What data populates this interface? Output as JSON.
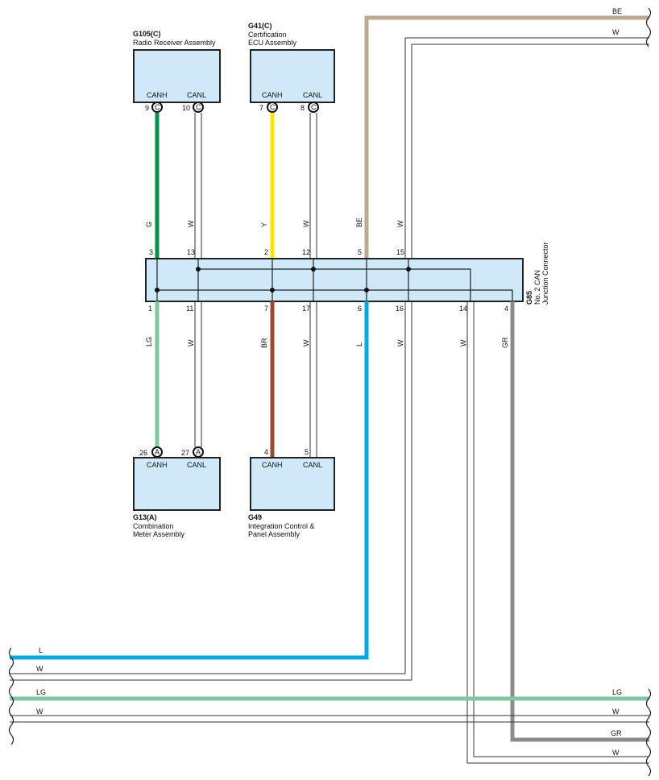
{
  "components": {
    "g105": {
      "id": "G105(C)",
      "name": "Radio Receiver Assembly",
      "pin_left": "CANH",
      "pin_right": "CANL",
      "pin_left_no": "9",
      "pin_right_no": "10",
      "conn": "C"
    },
    "g41": {
      "id": "G41(C)",
      "name_line1": "Certification",
      "name_line2": "ECU Assembly",
      "pin_left": "CANH",
      "pin_right": "CANL",
      "pin_left_no": "7",
      "pin_right_no": "8",
      "conn": "C"
    },
    "g13": {
      "id": "G13(A)",
      "name_line1": "Combination",
      "name_line2": "Meter Assembly",
      "pin_left": "CANH",
      "pin_right": "CANL",
      "pin_left_no": "26",
      "pin_right_no": "27",
      "conn": "A"
    },
    "g49": {
      "id": "G49",
      "name_line1": "Integration Control &",
      "name_line2": "Panel Assembly",
      "pin_left": "CANH",
      "pin_right": "CANL",
      "pin_left_no": "4",
      "pin_right_no": "5"
    },
    "g85": {
      "id": "G85",
      "name_line1": "No. 2 CAN",
      "name_line2": "Junction Connector"
    }
  },
  "junction_pins_top": [
    "3",
    "13",
    "2",
    "12",
    "5",
    "15"
  ],
  "junction_pins_bottom": [
    "1",
    "11",
    "7",
    "17",
    "6",
    "16",
    "14",
    "4"
  ],
  "wire_codes_upper": [
    "G",
    "W",
    "Y",
    "W",
    "BE",
    "W"
  ],
  "wire_codes_lower": [
    "LG",
    "W",
    "BR",
    "W",
    "L",
    "W",
    "W",
    "GR"
  ],
  "edge_labels_top": [
    "BE",
    "W"
  ],
  "edge_labels_bottom_left": [
    "L",
    "W",
    "LG",
    "W"
  ],
  "edge_labels_bottom_right": [
    "LG",
    "W",
    "GR",
    "W"
  ],
  "colors": {
    "G": "#079447",
    "Y": "#fde400",
    "BE": "#bea892",
    "LG": "#7dc8a0",
    "BR": "#a0492d",
    "L": "#00a9e8",
    "GR": "#8c8c8c",
    "W": "#ffffff",
    "box_fill": "#cfe9f8"
  }
}
